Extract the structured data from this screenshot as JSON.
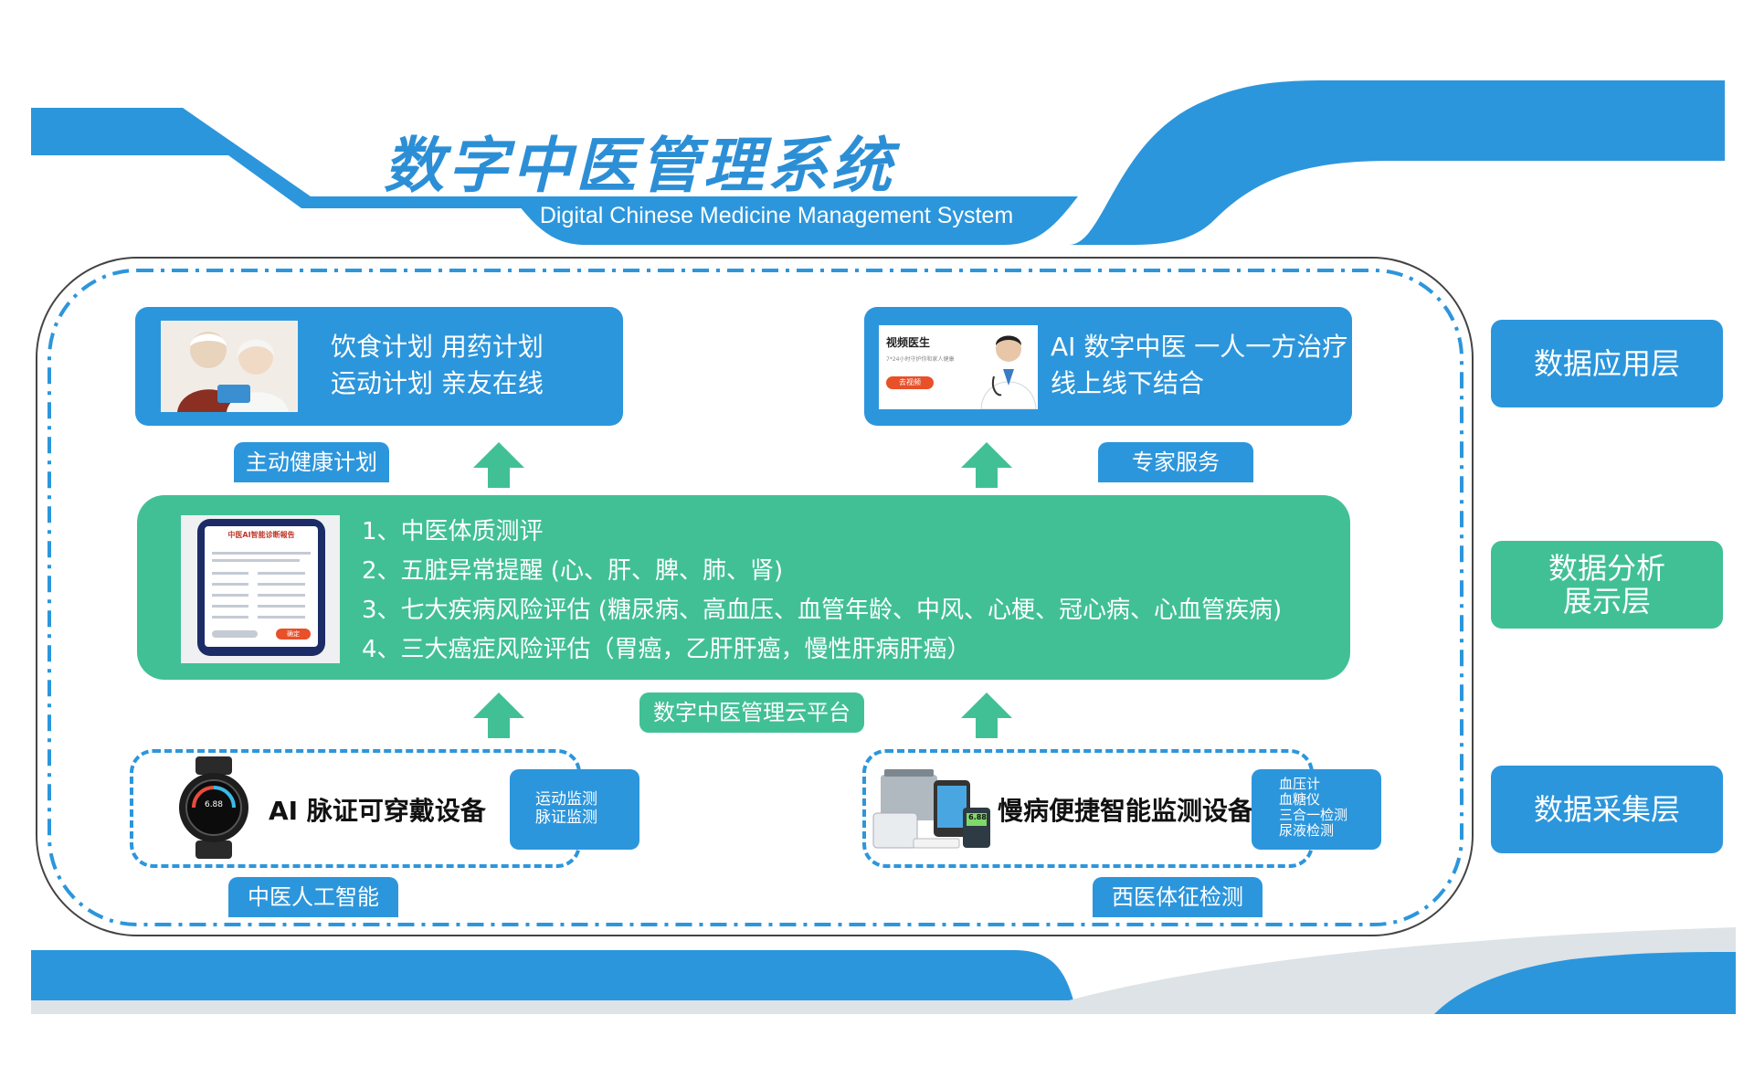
{
  "header": {
    "title_cn": "数字中医管理系统",
    "title_en": "Digital Chinese Medicine Management System"
  },
  "layers": {
    "application": "数据应用层",
    "analysis_line1": "数据分析",
    "analysis_line2": "展示层",
    "collection": "数据采集层"
  },
  "health_plan": {
    "line1": "饮食计划  用药计划",
    "line2": "运动计划  亲友在线",
    "label": "主动健康计划"
  },
  "expert": {
    "line1": "AI 数字中医  一人一方治疗",
    "line2": "线上线下结合",
    "label": "专家服务",
    "screen_title": "视频医生",
    "screen_sub": "7*24小时守护你和家人健康",
    "screen_button": "去视频"
  },
  "analysis": {
    "items": [
      "1、中医体质测评",
      "2、五脏异常提醒 (心、肝、脾、肺、肾)",
      "3、七大疾病风险评估 (糖尿病、高血压、血管年龄、中风、心梗、冠心病、心血管疾病)",
      "4、三大癌症风险评估（胃癌，乙肝肝癌，慢性肝病肝癌）"
    ],
    "tablet_title": "中医AI智能诊断報告",
    "tablet_button": "确定",
    "platform_label": "数字中医管理云平台"
  },
  "collection_left": {
    "title": "AI 脉证可穿戴设备",
    "tag_line1": "运动监测",
    "tag_line2": "脉证监测",
    "label": "中医人工智能",
    "watch_reading": "6.88"
  },
  "collection_right": {
    "title": "慢病便捷智能监测设备",
    "tags": [
      "血压计",
      "血糖仪",
      "三合一检测",
      "尿液检测"
    ],
    "label": "西医体征检测",
    "meter_reading": "6.88"
  },
  "colors": {
    "blue": "#2c96dc",
    "green": "#41c096",
    "title_blue": "#2c8fd6",
    "grey": "#dde3e6"
  }
}
